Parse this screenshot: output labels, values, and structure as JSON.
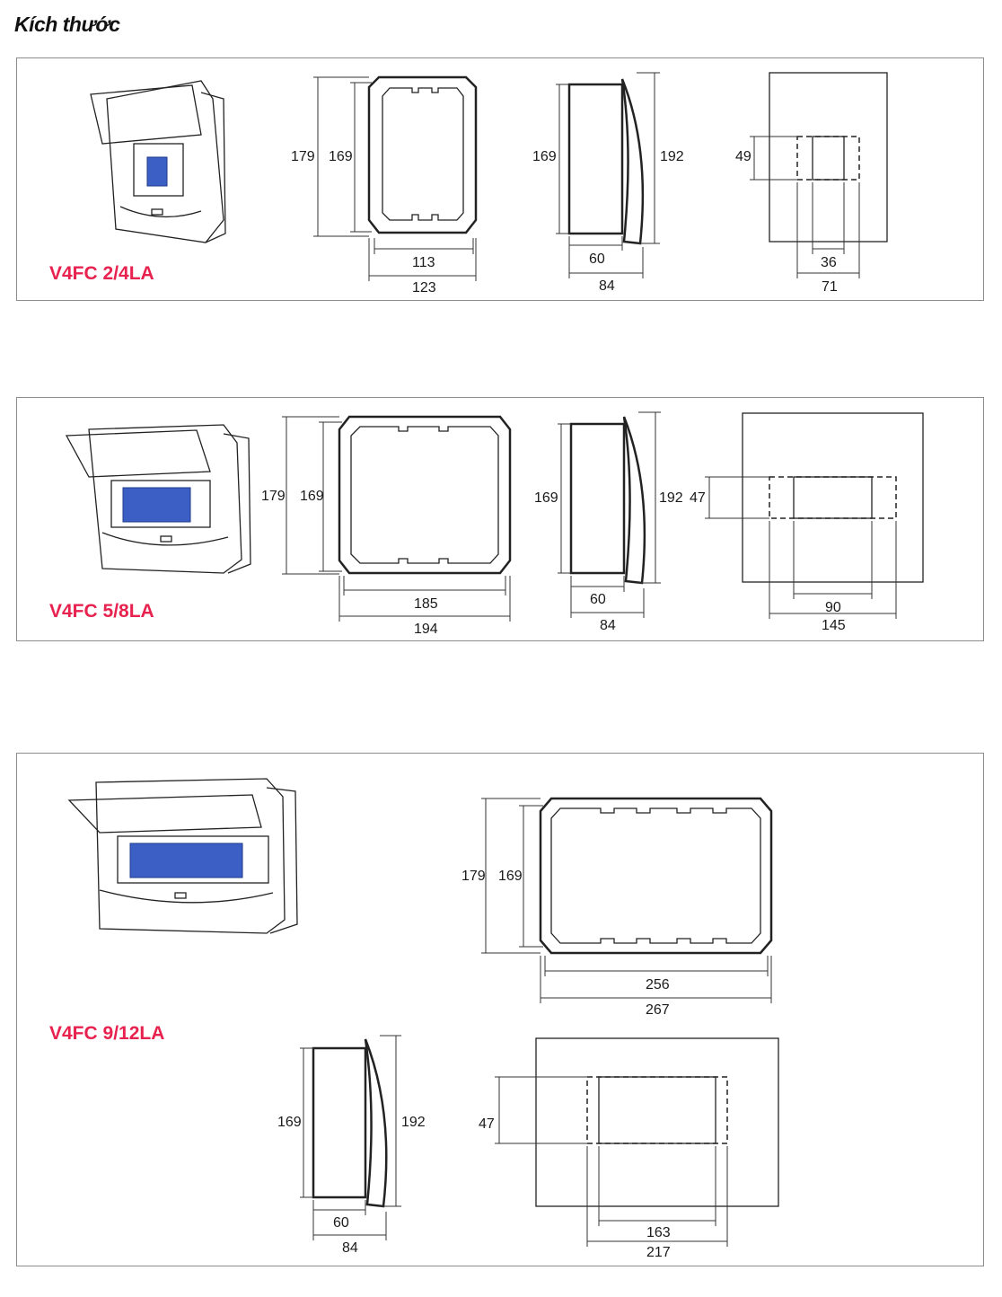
{
  "heading": "Kích thước",
  "colors": {
    "model_label": "#e8224f",
    "line": "#222222",
    "panel_border": "#8c8c8c"
  },
  "panels": [
    {
      "model": "V4FC 2/4LA",
      "front": {
        "outer_height": "179",
        "inner_height": "169",
        "inner_width": "113",
        "outer_width": "123"
      },
      "side": {
        "body_height": "169",
        "lid_height": "192",
        "body_depth": "60",
        "total_depth": "84"
      },
      "cutout": {
        "height": "49",
        "width": "36",
        "outer_width": "71"
      }
    },
    {
      "model": "V4FC 5/8LA",
      "front": {
        "outer_height": "179",
        "inner_height": "169",
        "inner_width": "185",
        "outer_width": "194"
      },
      "side": {
        "body_height": "169",
        "lid_height": "192",
        "body_depth": "60",
        "total_depth": "84"
      },
      "cutout": {
        "height": "47",
        "width": "90",
        "outer_width": "145"
      }
    },
    {
      "model": "V4FC 9/12LA",
      "front": {
        "outer_height": "179",
        "inner_height": "169",
        "inner_width": "256",
        "outer_width": "267"
      },
      "side": {
        "body_height": "169",
        "lid_height": "192",
        "body_depth": "60",
        "total_depth": "84"
      },
      "cutout": {
        "height": "47",
        "width": "163",
        "outer_width": "217"
      }
    }
  ]
}
